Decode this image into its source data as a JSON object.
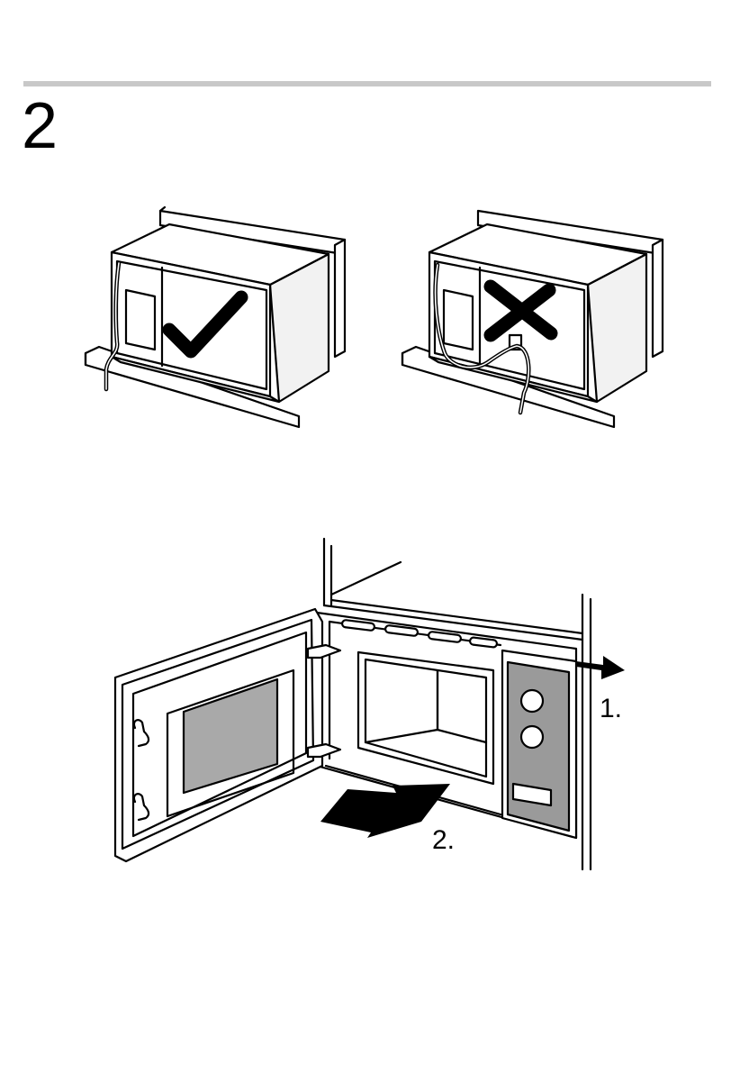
{
  "page": {
    "step_number": "2",
    "rule_color": "#c8c8c8"
  },
  "figures": {
    "correct_install": {
      "icon": "checkmark-icon"
    },
    "incorrect_install": {
      "icon": "cross-icon"
    },
    "install_steps": {
      "step1_label": "1.",
      "step2_label": "2."
    }
  },
  "colors": {
    "line": "#000000",
    "window_fill": "#a9a9a9",
    "panel_fill": "#9a9a9a",
    "side_fill": "#f2f2f2"
  }
}
